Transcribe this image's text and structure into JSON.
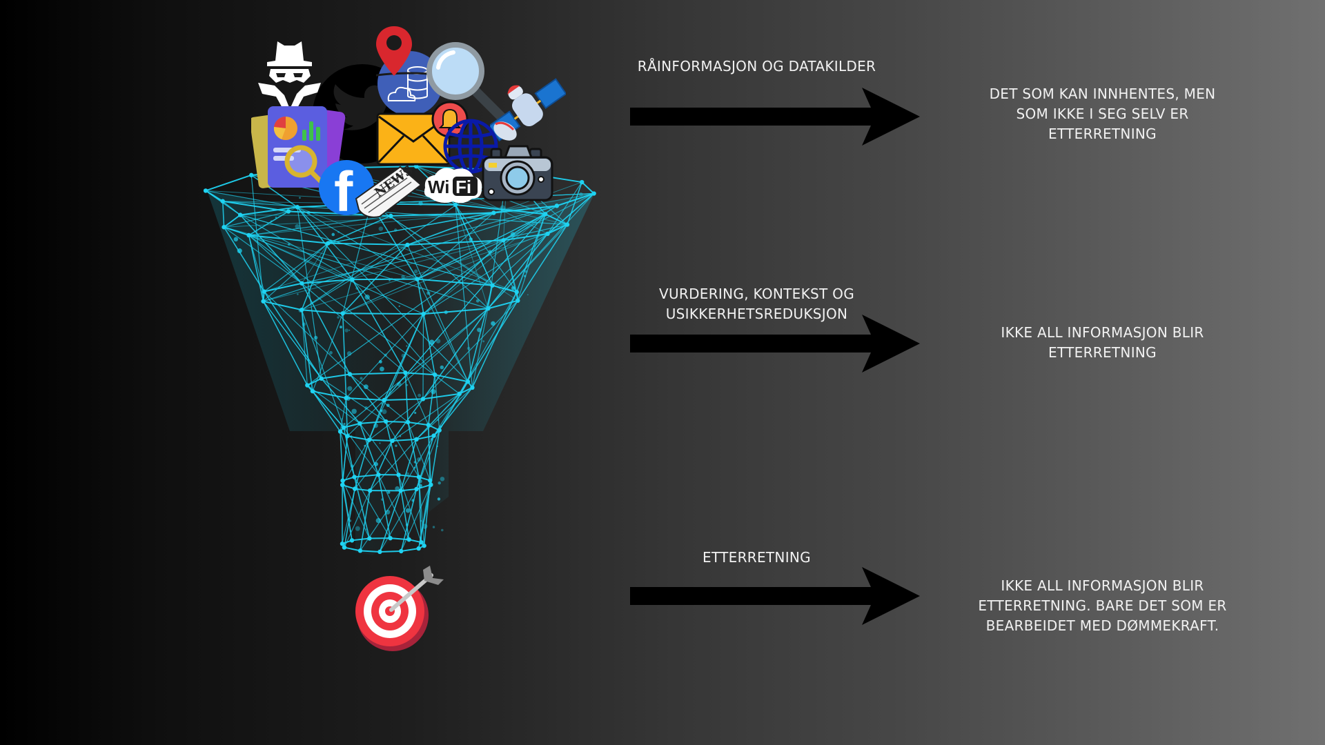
{
  "diagram": {
    "stages": [
      {
        "id": "raw",
        "label": "RÅINFORMASJON OG DATAKILDER",
        "description": "DET SOM KAN INNHENTES, MEN\nSOM IKKE I SEG SELV ER\nETTERRETNING"
      },
      {
        "id": "assessment",
        "label": "VURDERING, KONTEKST OG\nUSIKKERHETSREDUKSJON",
        "description": "IKKE ALL INFORMASJON BLIR\nETTERRETNING"
      },
      {
        "id": "intelligence",
        "label": "ETTERRETNING",
        "description": "IKKE ALL INFORMASJON BLIR\nETTERRETNING. BARE DET SOM ER\nBEARBEIDET MED DØMMEKRAFT."
      }
    ],
    "source_icons": [
      "spy-icon",
      "twitter-bird-icon",
      "location-pin-icon",
      "cloud-database-icon",
      "magnifying-glass-icon",
      "satellite-icon",
      "report-analytics-icon",
      "email-envelope-icon",
      "notification-bell-icon",
      "globe-icon",
      "facebook-icon",
      "newspaper-icon",
      "wifi-icon",
      "camera-icon"
    ],
    "news_text": "NEWS",
    "wifi_text_wi": "Wi",
    "wifi_text_fi": "Fi",
    "facebook_text": "f",
    "result_icon": "target-icon",
    "colors": {
      "funnel": "#1fd3f2",
      "arrow": "#000000",
      "text": "#f2f2f2",
      "target_red": "#e8323f",
      "envelope": "#fbb217",
      "facebook": "#1877f2",
      "location_pin": "#d9272e",
      "globe": "#0a1aa8"
    }
  }
}
